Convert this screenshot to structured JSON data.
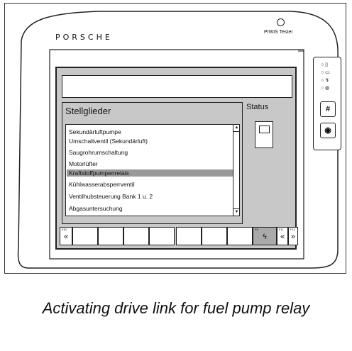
{
  "device": {
    "brand": "PORSCHE",
    "name": "PIWIS Tester"
  },
  "screen": {
    "title_value": "",
    "panel_title": "Stellglieder",
    "status_label": "Status",
    "selected_index": 5,
    "items": [
      "Sekundärluftpumpe",
      "Umschaltventil (Sekundärluft)",
      "Saugrohrumschaltung",
      "Motorlüfter",
      "Kraftstoffpumpenrelais",
      "Kühlwasserabsperrventil",
      "Ventilhubsteuerung Bank 1 u. 2",
      "Abgasuntersuchung"
    ],
    "function_keys": [
      {
        "num": "ESC",
        "glyph": "«"
      },
      {
        "num": "",
        "glyph": ""
      },
      {
        "num": "",
        "glyph": ""
      },
      {
        "num": "",
        "glyph": ""
      },
      {
        "num": "",
        "glyph": ""
      },
      {
        "num": "",
        "glyph": ""
      },
      {
        "num": "",
        "glyph": ""
      },
      {
        "num": "",
        "glyph": ""
      },
      {
        "num": "F8",
        "glyph": "ϟ"
      },
      {
        "num": "F11",
        "glyph": "«"
      },
      {
        "num": "F12",
        "glyph": "»"
      }
    ]
  },
  "side_panel": {
    "leds": [
      "○ ▯",
      "○ ▭",
      "○ ↯",
      "○ ◍"
    ],
    "hash_button": "#",
    "power_button": "◉"
  },
  "caption": "Activating drive link for fuel pump relay"
}
